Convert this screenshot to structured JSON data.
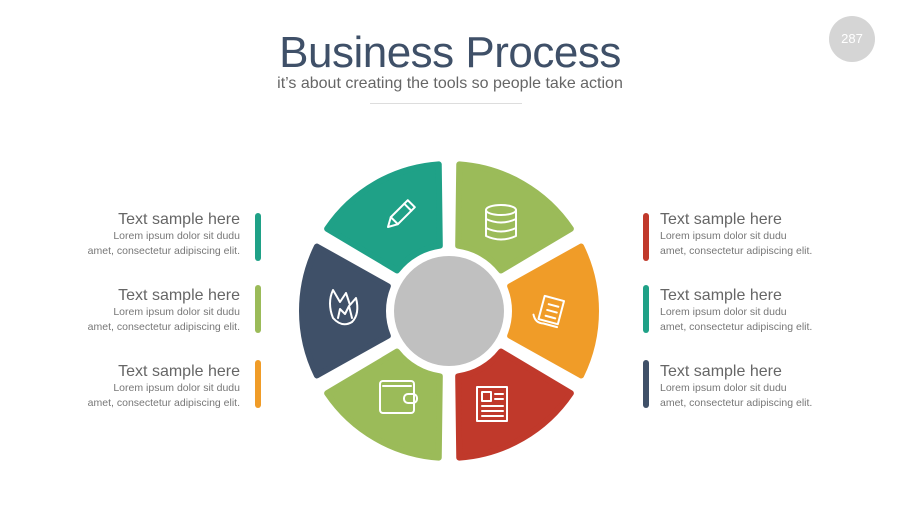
{
  "header": {
    "title": "Business Process",
    "subtitle": "it’s about creating the tools so people take action",
    "page_number": "287"
  },
  "items_left": [
    {
      "heading": "Text sample here",
      "line1": "Lorem ipsum dolor sit dudu",
      "line2": "amet, consectetur adipiscing elit.",
      "color": "#1fa187"
    },
    {
      "heading": "Text sample here",
      "line1": "Lorem ipsum dolor sit dudu",
      "line2": "amet, consectetur adipiscing elit.",
      "color": "#9bbb59"
    },
    {
      "heading": "Text sample here",
      "line1": "Lorem ipsum dolor sit dudu",
      "line2": "amet, consectetur adipiscing elit.",
      "color": "#f09c28"
    }
  ],
  "items_right": [
    {
      "heading": "Text sample here",
      "line1": "Lorem ipsum dolor sit dudu",
      "line2": "amet, consectetur adipiscing elit.",
      "color": "#c0392b"
    },
    {
      "heading": "Text sample here",
      "line1": "Lorem ipsum dolor sit dudu",
      "line2": "amet, consectetur adipiscing elit.",
      "color": "#1fa187"
    },
    {
      "heading": "Text sample here",
      "line1": "Lorem ipsum dolor sit dudu",
      "line2": "amet, consectetur adipiscing elit.",
      "color": "#3f5068"
    }
  ],
  "segments": [
    {
      "icon": "pencil-icon",
      "color": "#1fa187"
    },
    {
      "icon": "database-icon",
      "color": "#9bbb59"
    },
    {
      "icon": "document-list-icon",
      "color": "#f09c28"
    },
    {
      "icon": "newspaper-icon",
      "color": "#c0392b"
    },
    {
      "icon": "wallet-icon",
      "color": "#9bbb59"
    },
    {
      "icon": "fire-icon",
      "color": "#3f5068"
    }
  ],
  "center_color": "#c0c0c0"
}
